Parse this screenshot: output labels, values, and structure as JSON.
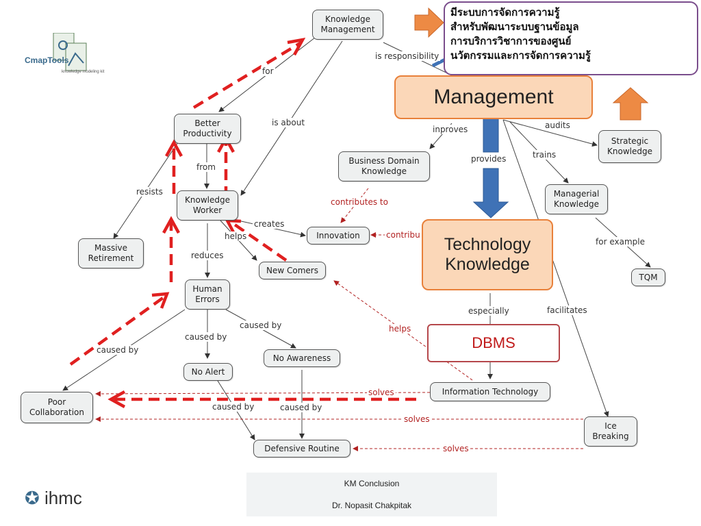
{
  "logo": {
    "brand": "CmapTools",
    "tagline": "knowledge modeling kit"
  },
  "concepts": {
    "km": "Knowledge\nManagement",
    "better_productivity": "Better\nProductivity",
    "knowledge_worker": "Knowledge\nWorker",
    "massive_retirement": "Massive\nRetirement",
    "human_errors": "Human\nErrors",
    "new_comers": "New Comers",
    "innovation": "Innovation",
    "business_domain": "Business Domain\nKnowledge",
    "strategic": "Strategic\nKnowledge",
    "managerial": "Managerial\nKnowledge",
    "tqm": "TQM",
    "no_alert": "No Alert",
    "no_awareness": "No Awareness",
    "poor_collab": "Poor\nCollaboration",
    "info_tech": "Information Technology",
    "ice_breaking": "Ice\nBreaking",
    "defensive": "Defensive Routine"
  },
  "links": {
    "for": "for",
    "is_about": "is about",
    "is_responsibility": "is responsibility",
    "from": "from",
    "resists": "resists",
    "creates": "creates",
    "helps": "helps",
    "reduces": "reduces",
    "inproves": "inproves",
    "provides": "provides",
    "audits": "audits",
    "trains": "trains",
    "contributes_to": "contributes to",
    "contribu": "contribu",
    "for_example": "for example",
    "especially": "especially",
    "facilitates": "facilitates",
    "caused_by_1": "caused by",
    "caused_by_2": "caused by",
    "caused_by_3": "caused by",
    "caused_by_4": "caused by",
    "caused_by_5": "caused by",
    "helps_red": "helps",
    "solves_1": "solves",
    "solves_2": "solves",
    "solves_3": "solves"
  },
  "overlays": {
    "callout": "มีระบบการจัดการความรู้\nสำหรับพัฒนาระบบฐานข้อมูล\nการบริการวิชาการของศูนย์\nนวัตกรรมและการจัดการความรู้",
    "management": "Management",
    "technology": "Technology\nKnowledge",
    "dbms": "DBMS"
  },
  "footer": {
    "line1": "KM Conclusion",
    "line2": "Dr. Nopasit Chakpitak"
  },
  "ihmc": "ihmc",
  "colors": {
    "accent_red": "#e02020",
    "orange": "#e8803a",
    "blue_arrow": "#3f72b6",
    "purple_border": "#7a4d8c"
  }
}
